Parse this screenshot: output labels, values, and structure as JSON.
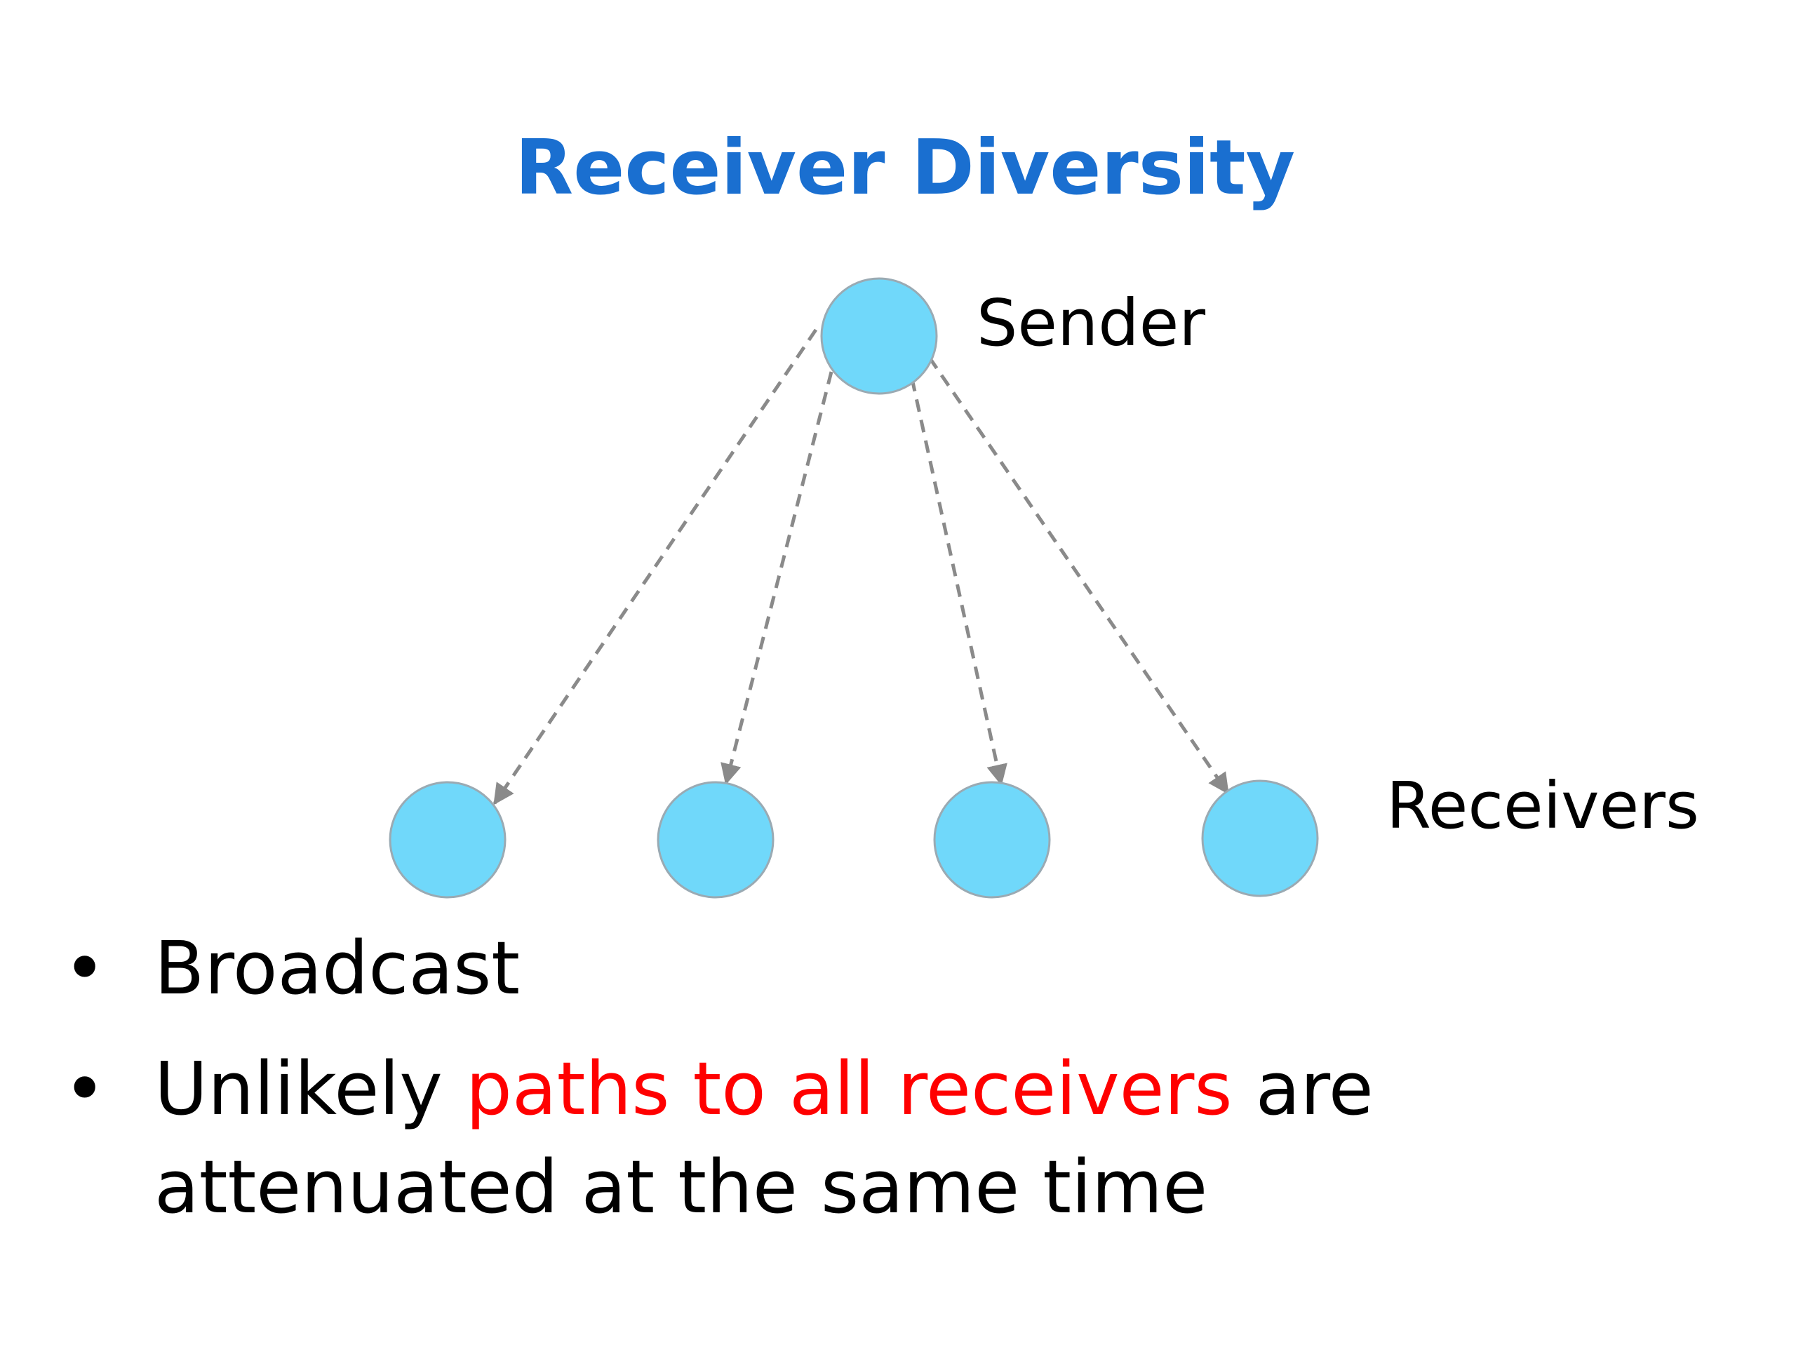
{
  "title": "Receiver Diversity",
  "colors": {
    "title": "#1a6fd0",
    "node_fill": "#70d8fa",
    "node_stroke": "#9aaab3",
    "arrow": "#8a8a8a",
    "highlight": "#ff0000"
  },
  "diagram": {
    "sender_label": "Sender",
    "receivers_label": "Receivers",
    "nodes": [
      {
        "id": "sender",
        "role": "sender"
      },
      {
        "id": "receiver-1",
        "role": "receiver"
      },
      {
        "id": "receiver-2",
        "role": "receiver"
      },
      {
        "id": "receiver-3",
        "role": "receiver"
      },
      {
        "id": "receiver-4",
        "role": "receiver"
      }
    ],
    "edges": [
      {
        "from": "sender",
        "to": "receiver-1",
        "style": "dashed-arrow"
      },
      {
        "from": "sender",
        "to": "receiver-2",
        "style": "dashed-arrow"
      },
      {
        "from": "sender",
        "to": "receiver-3",
        "style": "dashed-arrow"
      },
      {
        "from": "sender",
        "to": "receiver-4",
        "style": "dashed-arrow"
      }
    ]
  },
  "bullets": [
    {
      "marker": "•",
      "text": "Broadcast"
    },
    {
      "marker": "•",
      "before": "Unlikely ",
      "highlight": "paths to all receivers",
      "after": " are attenuated at the same time"
    }
  ]
}
